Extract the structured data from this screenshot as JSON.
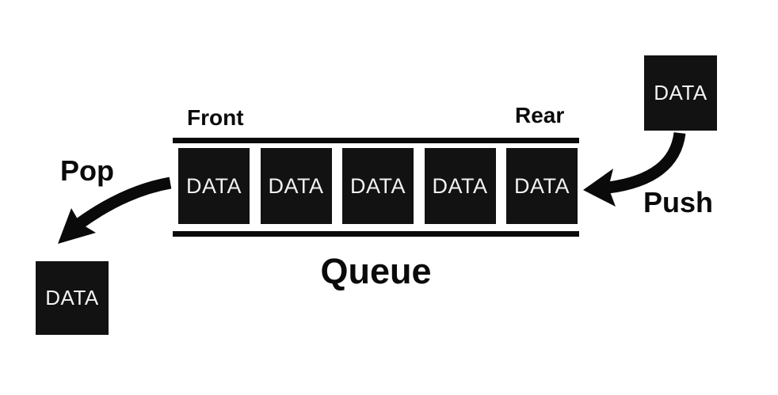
{
  "diagram": {
    "title": "Queue",
    "front_label": "Front",
    "rear_label": "Rear",
    "pop_label": "Pop",
    "push_label": "Push",
    "cells": [
      "DATA",
      "DATA",
      "DATA",
      "DATA",
      "DATA"
    ],
    "outgoing_box_label": "DATA",
    "incoming_box_label": "DATA",
    "colors": {
      "background": "#ffffff",
      "ink": "#0a0a0a",
      "box_fill": "#121212",
      "box_text": "#f2f2f2"
    }
  }
}
